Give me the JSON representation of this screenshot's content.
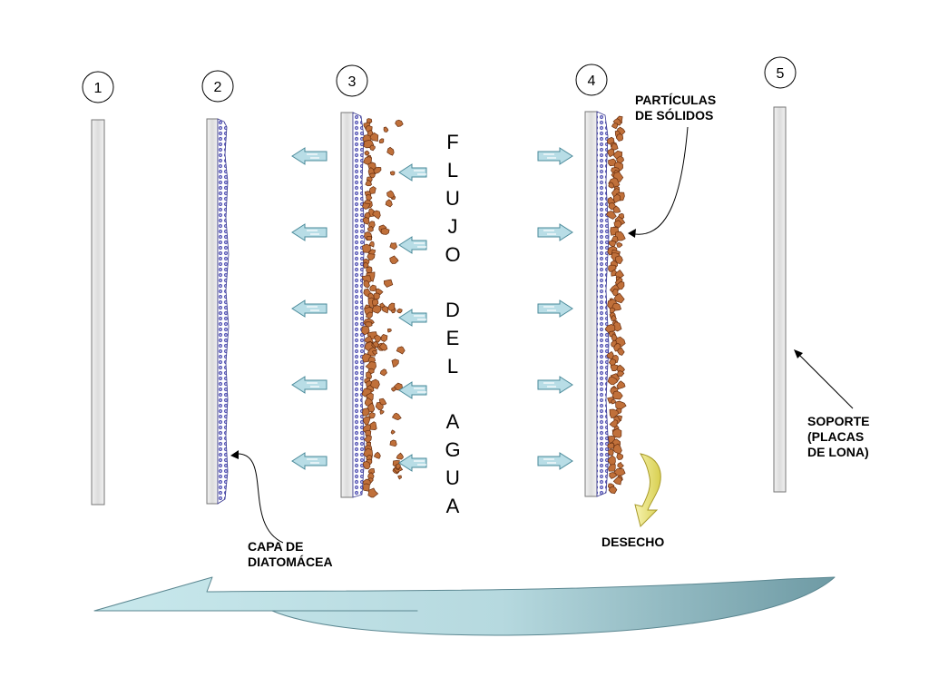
{
  "steps": [
    "1",
    "2",
    "3",
    "4",
    "5"
  ],
  "flow_letters": [
    "F",
    "L",
    "U",
    "J",
    "O",
    "D",
    "E",
    "L",
    "A",
    "G",
    "U",
    "A"
  ],
  "labels": {
    "particles_line1": "PARTÍCULAS",
    "particles_line2": "DE SÓLIDOS",
    "support_line1": "SOPORTE",
    "support_line2": "(PLACAS",
    "support_line3": "DE LONA)",
    "diatom_line1": "CAPA DE",
    "diatom_line2": "DIATOMÁCEA",
    "waste": "DESECHO"
  },
  "colors": {
    "plate_fill": "#e6e6e6",
    "plate_stroke": "#777777",
    "diatom_layer": "#5a5ab8",
    "particle_fill": "#c0703a",
    "particle_stroke": "#6a3010",
    "arrow_fill": "#b8dde6",
    "arrow_stroke": "#4a8a9a",
    "return_arrow_light": "#c8e8ec",
    "return_arrow_dark": "#6e9aa4",
    "waste_arrow": "#f2ec8a"
  }
}
